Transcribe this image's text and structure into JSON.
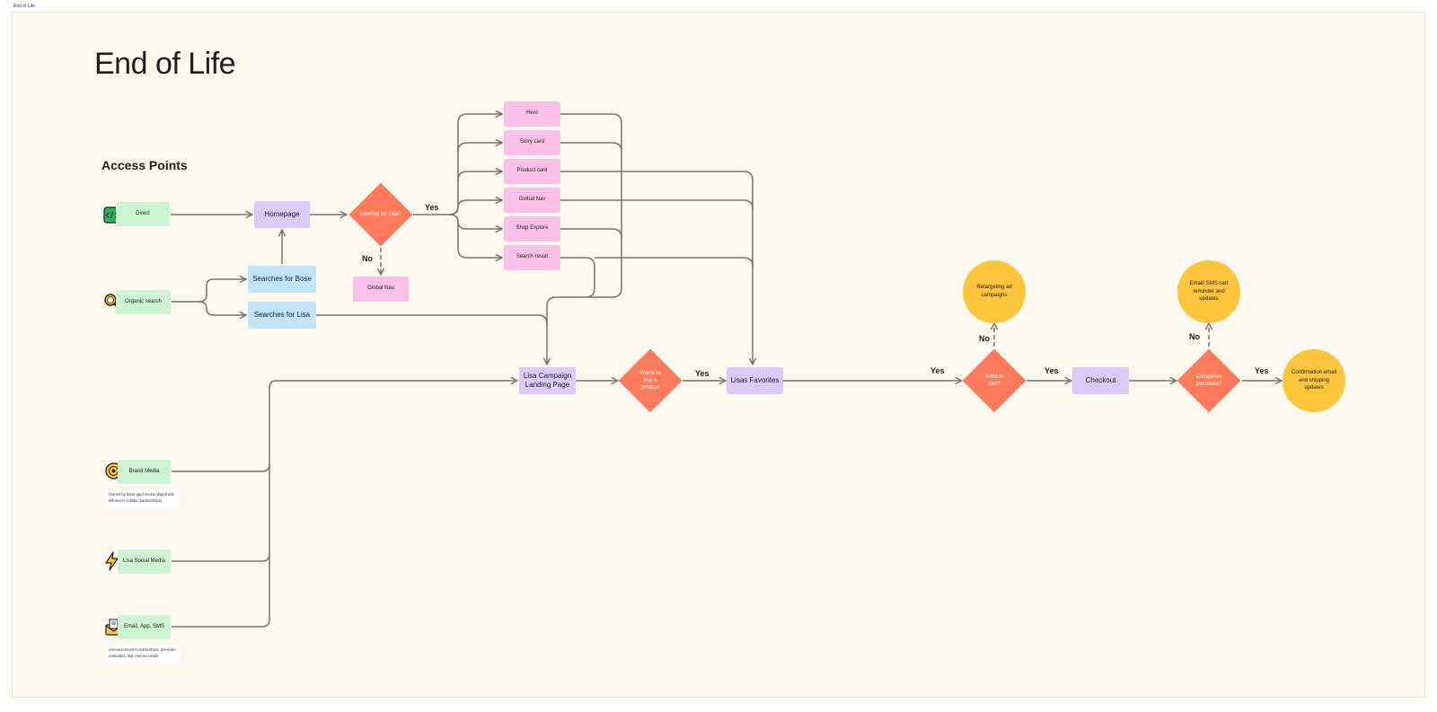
{
  "frame_label": "End of Life",
  "title": "End of Life",
  "section_heading": "Access Points",
  "access_points": {
    "direct": "Direct",
    "organic_search": "Organic search",
    "brand_media": "Brand Media",
    "brand_media_note": "Owned by Bose paid media (digital ads, influencer collabs, partnerships)",
    "lisa_social": "Lisa Social Media",
    "email_app_sms": "Email, App, SMS",
    "email_note": "Announcement to subscribers, pre-order reminders, last chance emails"
  },
  "nodes": {
    "homepage": "Homepage",
    "searches_bose": "Searches for Bose",
    "searches_lisa": "Searches for Lisa",
    "looking_for_lisa": "Looking for Lisa?",
    "global_nav_no": "Global Nav",
    "hero": "Hero",
    "story_card": "Story card",
    "product_card": "Product card",
    "global_nav": "Global Nav",
    "shop_explore": "Shop Explore",
    "search_result": "Search result",
    "landing_page": "Lisa Campaign Landing Page",
    "wants_to_buy": "Wants to buy a product",
    "lisas_favorites": "Lisas Favorites",
    "adds_to_cart": "Adds to cart?",
    "retargeting": "Retargeting ad campaigns",
    "checkout": "Checkout",
    "completes_purchase": "Completes purchase?",
    "cart_reminder": "Email/ SMS cart reminder and updates",
    "confirmation": "Confirmation email and shipping updates"
  },
  "edge_labels": {
    "yes_lisa": "Yes",
    "no_lisa": "No",
    "yes_buy": "Yes",
    "yes_cart_in": "Yes",
    "no_cart": "No",
    "yes_cart_out": "Yes",
    "no_purchase": "No",
    "yes_purchase": "Yes"
  },
  "colors": {
    "frame_bg": "#fef9ee",
    "green": "#cdf4d3",
    "purple": "#dccafb",
    "blue": "#c2e5fd",
    "pink": "#fdc0e9",
    "decision": "#fd7b5c",
    "outcome": "#fec53d",
    "connector": "#757575"
  },
  "icons": [
    "code-icon",
    "magnifier-icon",
    "badge-icon",
    "lightning-icon",
    "envelope-icon"
  ]
}
